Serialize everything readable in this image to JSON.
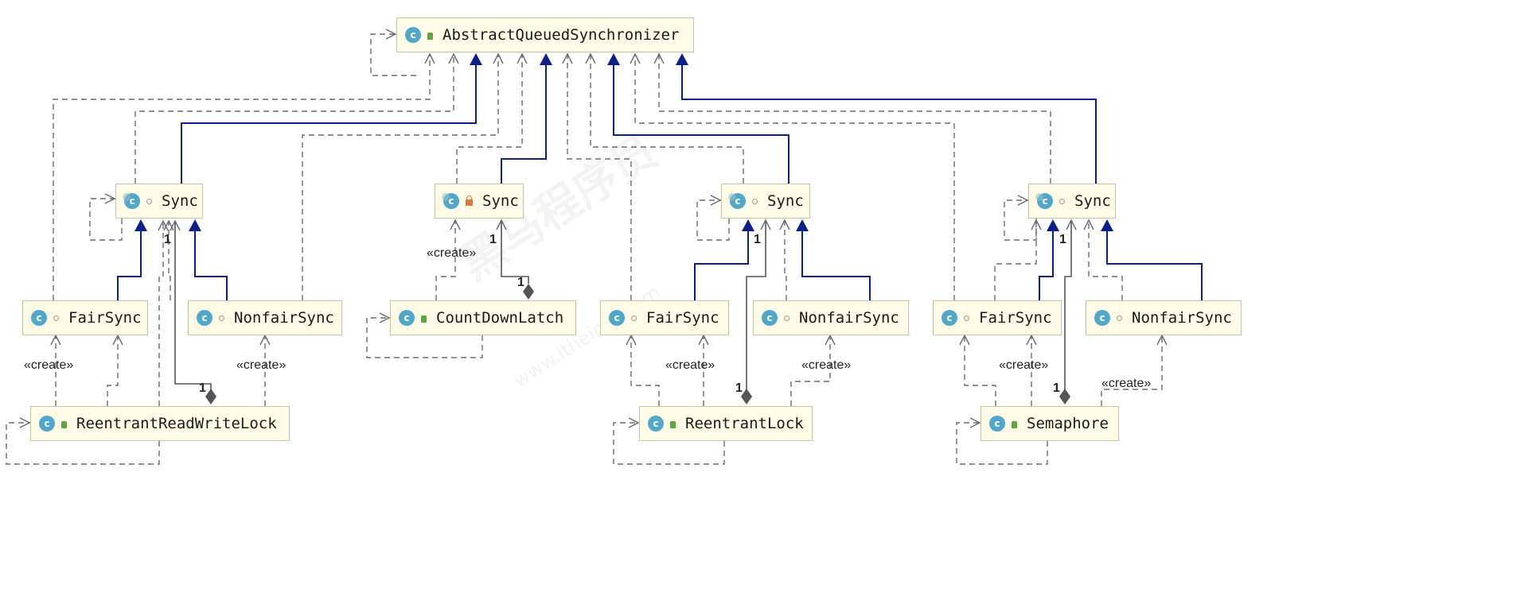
{
  "classes": {
    "aqs": {
      "name": "AbstractQueuedSynchronizer",
      "modifier": "public",
      "icon": "class-icon"
    },
    "rrwl_sync": {
      "name": "Sync",
      "modifier": "package",
      "icon": "abstract-class-icon"
    },
    "cdl_sync": {
      "name": "Sync",
      "modifier": "private",
      "icon": "abstract-class-icon"
    },
    "rl_sync": {
      "name": "Sync",
      "modifier": "package",
      "icon": "abstract-class-icon"
    },
    "sem_sync": {
      "name": "Sync",
      "modifier": "package",
      "icon": "abstract-class-icon"
    },
    "rrwl_fair": {
      "name": "FairSync",
      "modifier": "package",
      "icon": "class-icon"
    },
    "rrwl_nonfair": {
      "name": "NonfairSync",
      "modifier": "package",
      "icon": "class-icon"
    },
    "cdl": {
      "name": "CountDownLatch",
      "modifier": "public",
      "icon": "class-icon"
    },
    "rl_fair": {
      "name": "FairSync",
      "modifier": "package",
      "icon": "class-icon"
    },
    "rl_nonfair": {
      "name": "NonfairSync",
      "modifier": "package",
      "icon": "class-icon"
    },
    "sem_fair": {
      "name": "FairSync",
      "modifier": "package",
      "icon": "class-icon"
    },
    "sem_nonfair": {
      "name": "NonfairSync",
      "modifier": "package",
      "icon": "class-icon"
    },
    "rrwl": {
      "name": "ReentrantReadWriteLock",
      "modifier": "public",
      "icon": "class-icon"
    },
    "rl": {
      "name": "ReentrantLock",
      "modifier": "public",
      "icon": "class-icon"
    },
    "sem": {
      "name": "Semaphore",
      "modifier": "public",
      "icon": "class-icon"
    }
  },
  "labels": {
    "create": "«create»",
    "multiplicity_one": "1"
  },
  "icon_letter": "c",
  "watermark": {
    "text": "黑马程序员",
    "url": "www.itheima.com"
  },
  "colors": {
    "class_fill": "#fffbe6",
    "class_border": "#c7c2a8",
    "inheritance_line": "#0b1f8c",
    "dependency_line": "#6b6b6b",
    "icon_fill": "#4fa8c9"
  }
}
